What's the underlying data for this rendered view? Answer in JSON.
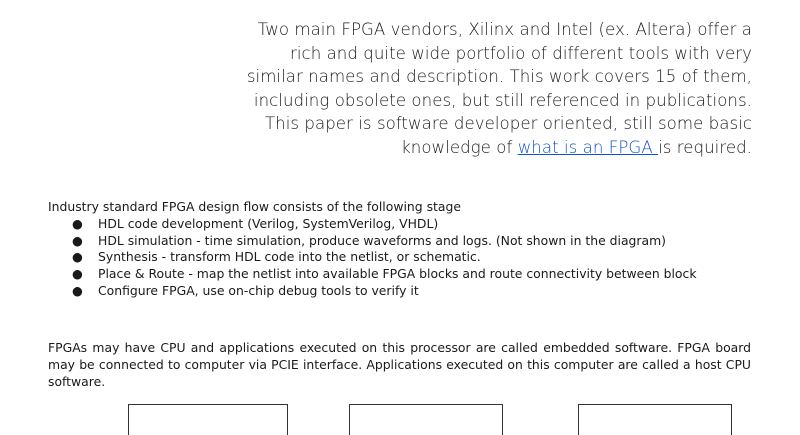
{
  "abstract": {
    "text_before_link": "Two main FPGA vendors, Xilinx and Intel (ex. Altera) offer a rich and quite wide portfolio of  different tools with very similar names and description.  This work covers 15 of them, including obsolete ones, but still referenced in publications. This paper is software developer oriented, still some basic knowledge of ",
    "link_text": "what is an FPGA ",
    "text_after_link": "is required."
  },
  "flow": {
    "intro": "Industry standard FPGA design flow consists of the following stage",
    "bullet_glyph": "●",
    "items": [
      "HDL code development (Verilog, SystemVerilog, VHDL)",
      "HDL simulation - time simulation, produce waveforms and logs. (Not shown in the diagram)",
      "Synthesis - transform HDL code into the netlist, or schematic.",
      "Place & Route  - map the netlist  into available FPGA blocks and route connectivity between block",
      "Configure FPGA, use  on-chip debug tools to verify it"
    ]
  },
  "embedded_paragraph": "FPGAs may have CPU and applications executed on this processor are called embedded software. FPGA board may be connected to computer via PCIE interface. Applications executed on this computer are called a host CPU software.",
  "colors": {
    "link": "#1155cc",
    "text": "#1a1a1a"
  }
}
